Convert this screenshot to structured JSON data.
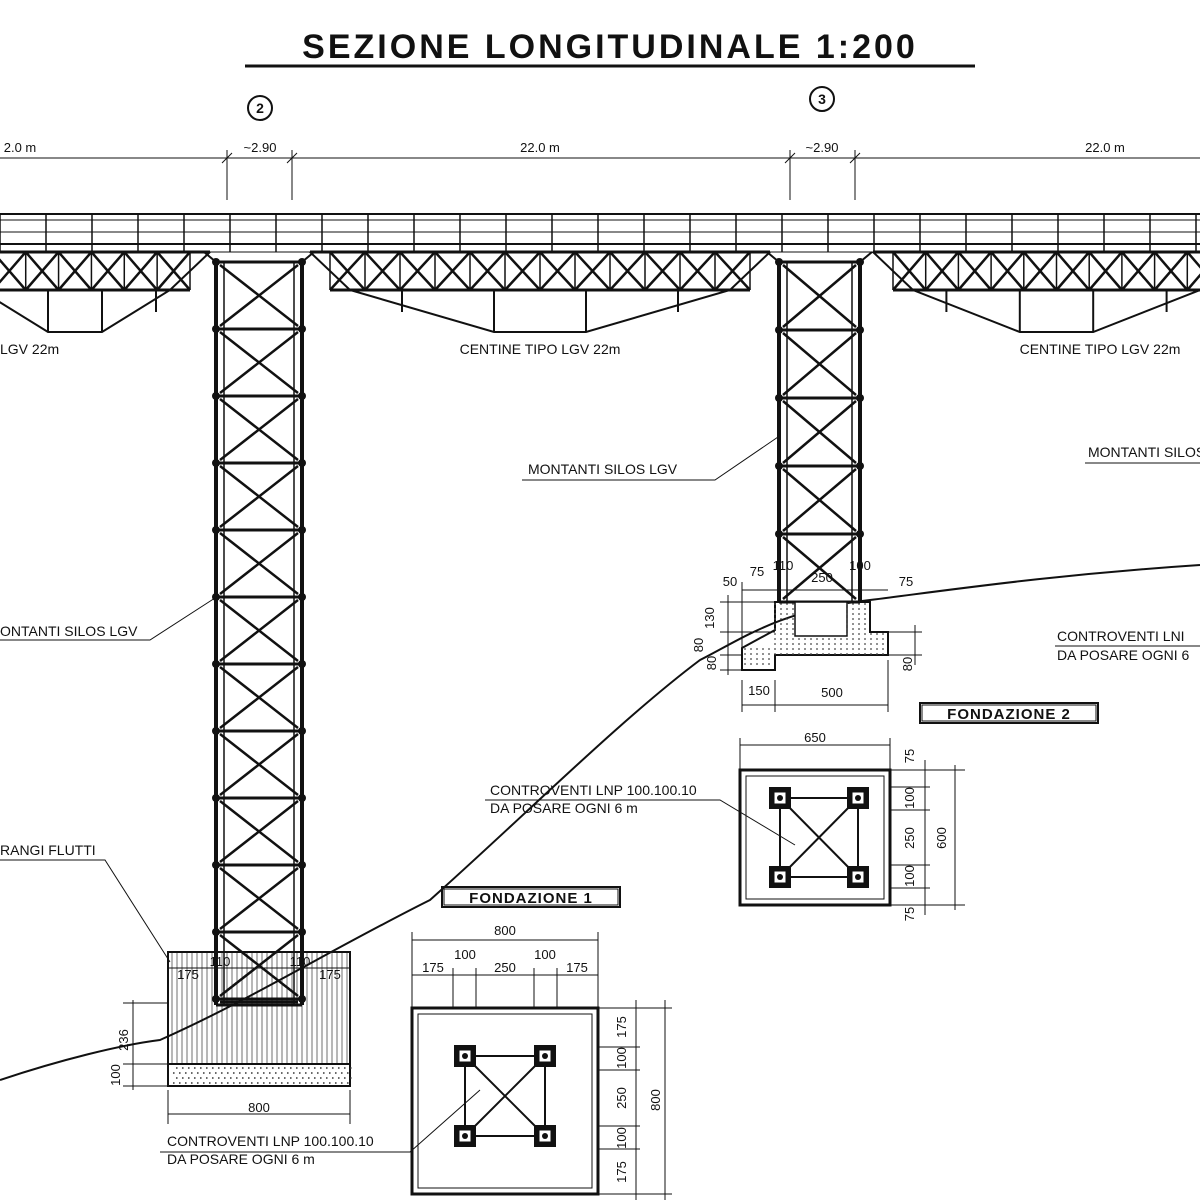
{
  "title": "SEZIONE LONGITUDINALE 1:200",
  "axes": {
    "axis_2": "2",
    "axis_3": "3"
  },
  "spans": {
    "span_left": "2.0 m",
    "span_mid": "22.0 m",
    "span_right": "22.0 m",
    "pier_2": "~2.90",
    "pier_3": "~2.90"
  },
  "labels": {
    "centine_left": "LGV 22m",
    "centine_mid": "CENTINE TIPO LGV 22m",
    "centine_right": "CENTINE TIPO LGV 22m",
    "montanti_left": "ONTANTI SILOS LGV",
    "montanti_mid": "MONTANTI SILOS LGV",
    "montanti_right": "MONTANTI SILOS",
    "frangi": "RANGI FLUTTI",
    "controventi_mid_1": "CONTROVENTI LNP 100.100.10",
    "controventi_mid_2": "DA POSARE OGNI 6 m",
    "controventi_bot_1": "CONTROVENTI LNP 100.100.10",
    "controventi_bot_2": "DA POSARE OGNI 6 m",
    "controventi_right_1": "CONTROVENTI LNI",
    "controventi_right_2": "DA POSARE OGNI 6"
  },
  "fondazione_1": {
    "title": "FONDAZIONE 1",
    "top": "800",
    "d175a": "175",
    "d100a": "100",
    "d250": "250",
    "d100b": "100",
    "d175b": "175",
    "r175a": "175",
    "r100a": "100",
    "r250": "250",
    "r100b": "100",
    "r175b": "175",
    "right_total": "800"
  },
  "fondazione_2": {
    "title": "FONDAZIONE 2",
    "top": "650",
    "r75a": "75",
    "r100a": "100",
    "r250": "250",
    "r100b": "100",
    "r75b": "75",
    "right_total": "600"
  },
  "section_1": {
    "d175a": "175",
    "d110a": "110",
    "d110b": "110",
    "d175b": "175",
    "h236": "236",
    "h100": "100",
    "base": "800"
  },
  "section_2": {
    "d50": "50",
    "d75a": "75",
    "d110": "110",
    "d250": "250",
    "d100": "100",
    "d75b": "75",
    "h130": "130",
    "h80a": "80",
    "h80b": "80",
    "h80c": "80",
    "b150": "150",
    "b500": "500"
  }
}
